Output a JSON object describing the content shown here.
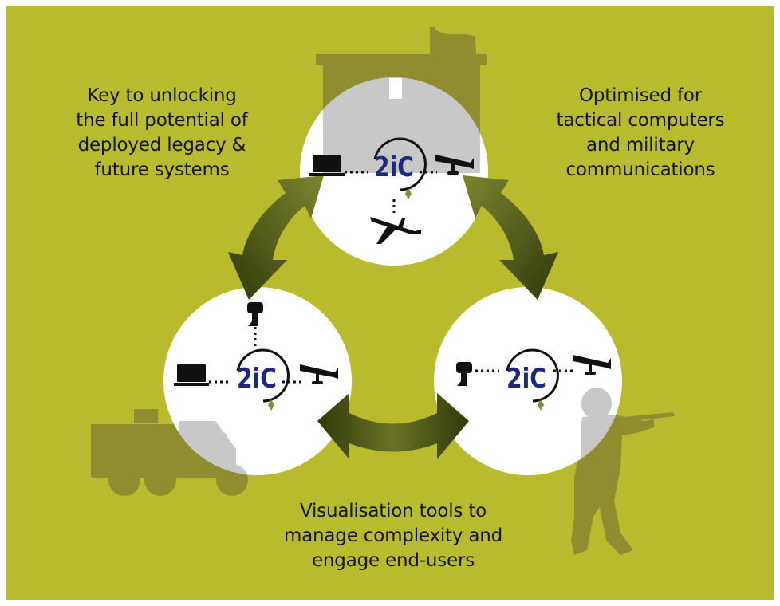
{
  "background_color": "#b9bb2e",
  "silhouette_color": "#8f8d30",
  "arrow_color": "#525a1c",
  "logo": {
    "text": "2iC",
    "color": "#1e2a78"
  },
  "captions": {
    "top_left": [
      "Key to unlocking",
      "the full potential of",
      "deployed legacy &",
      "future systems"
    ],
    "top_right": [
      "Optimised for",
      "tactical computers",
      "and military",
      "communications"
    ],
    "bottom": [
      "Visualisation tools to",
      "manage complexity and",
      "engage end-users"
    ]
  },
  "nodes": [
    {
      "name": "command-post",
      "devices": [
        "laptop-icon",
        "camera-icon",
        "drone-icon"
      ]
    },
    {
      "name": "vehicle",
      "devices": [
        "laptop-icon",
        "camera-icon",
        "radio-icon"
      ]
    },
    {
      "name": "soldier",
      "devices": [
        "radio-icon",
        "camera-icon"
      ]
    }
  ]
}
